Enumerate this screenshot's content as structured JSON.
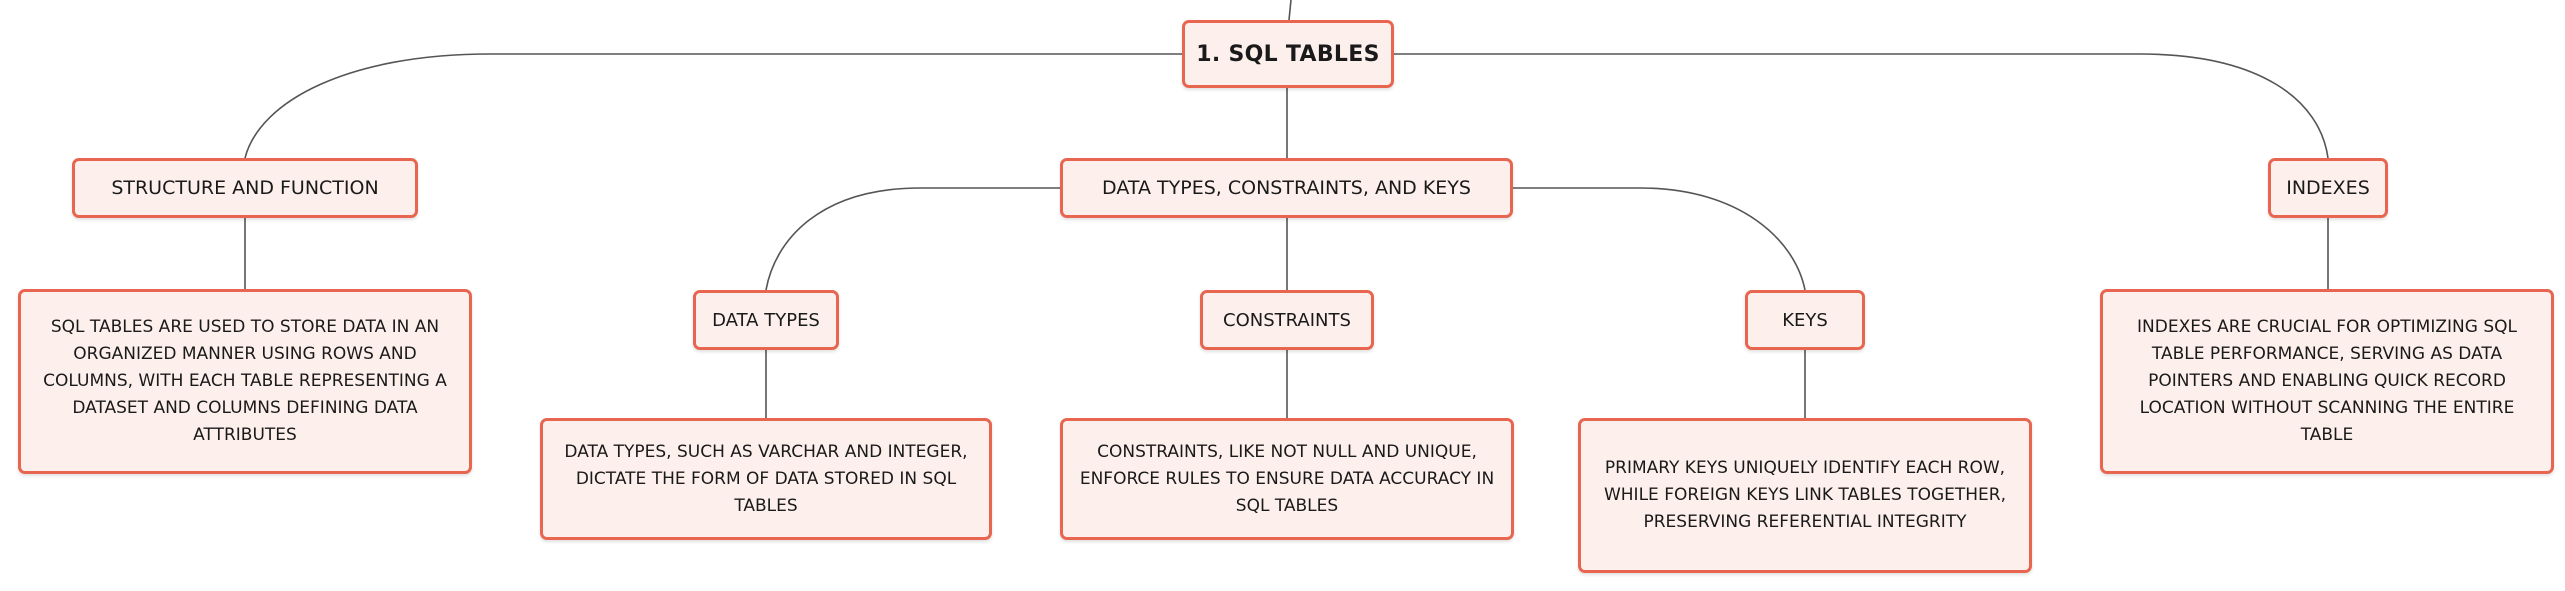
{
  "colors": {
    "node_border": "#e8654f",
    "node_fill": "#fdf0ec",
    "connector": "#555555",
    "text": "#1a1a1a"
  },
  "mindmap": {
    "root": "1. SQL TABLES",
    "branches": {
      "structure": {
        "label": "STRUCTURE AND FUNCTION",
        "detail": "SQL TABLES ARE USED TO STORE DATA IN AN ORGANIZED MANNER USING ROWS AND COLUMNS, WITH EACH TABLE REPRESENTING A DATASET AND COLUMNS DEFINING DATA ATTRIBUTES"
      },
      "types": {
        "label": "DATA TYPES, CONSTRAINTS, AND KEYS",
        "children": {
          "data_types": {
            "label": "DATA TYPES",
            "detail": "DATA TYPES, SUCH AS VARCHAR AND INTEGER, DICTATE THE FORM OF DATA STORED IN SQL TABLES"
          },
          "constraints": {
            "label": "CONSTRAINTS",
            "detail": "CONSTRAINTS, LIKE NOT NULL AND UNIQUE, ENFORCE RULES TO ENSURE DATA ACCURACY IN SQL TABLES"
          },
          "keys": {
            "label": "KEYS",
            "detail": "PRIMARY KEYS UNIQUELY IDENTIFY EACH ROW, WHILE FOREIGN KEYS LINK TABLES TOGETHER, PRESERVING REFERENTIAL INTEGRITY"
          }
        }
      },
      "indexes": {
        "label": "INDEXES",
        "detail": "INDEXES ARE CRUCIAL FOR OPTIMIZING SQL TABLE PERFORMANCE, SERVING AS DATA POINTERS AND ENABLING QUICK RECORD LOCATION WITHOUT SCANNING THE ENTIRE TABLE"
      }
    }
  }
}
